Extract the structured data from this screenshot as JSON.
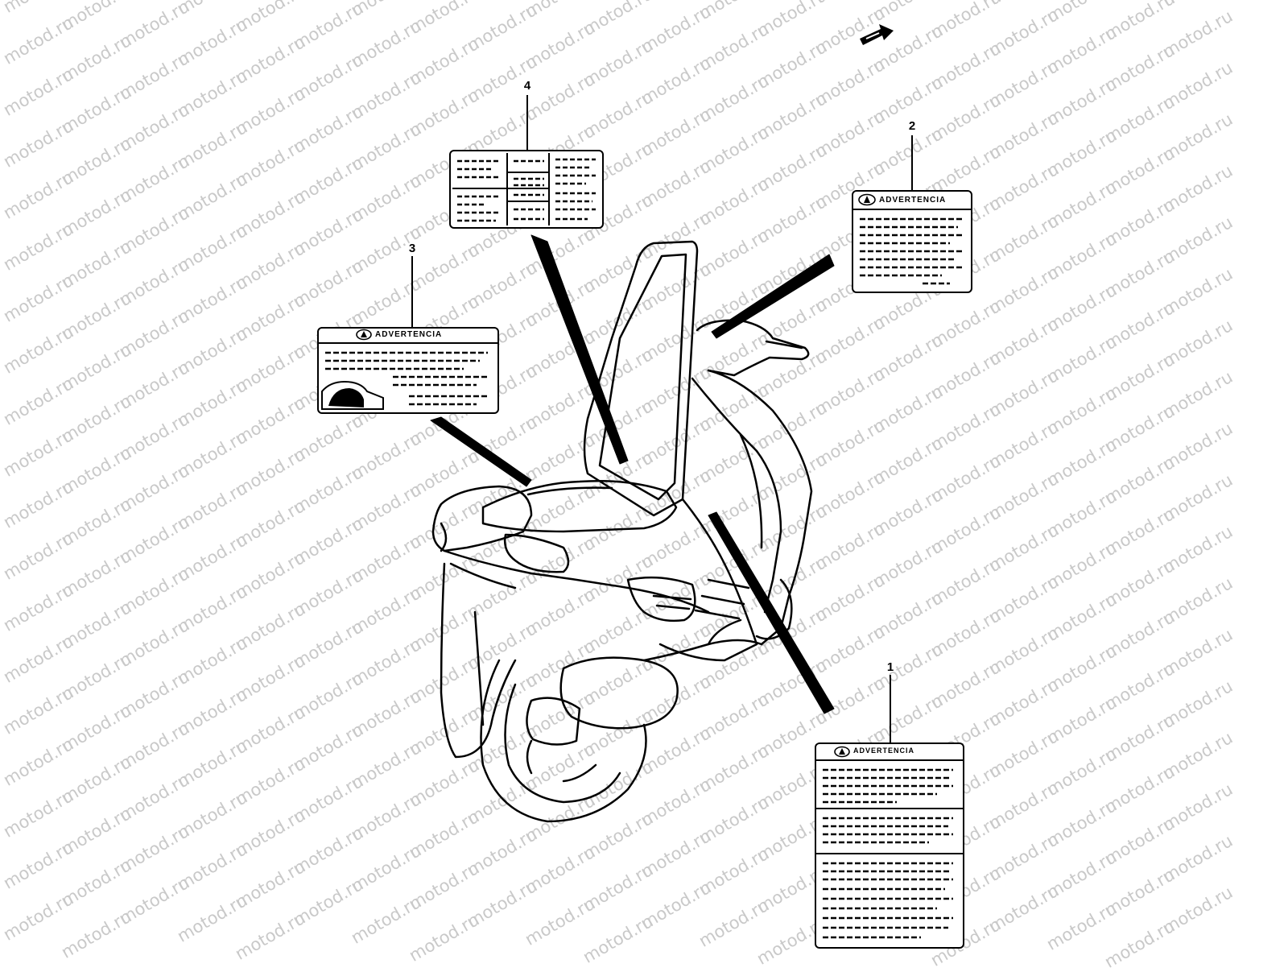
{
  "watermark": {
    "text": "motod.ru",
    "color": "#c9c9c9"
  },
  "callouts": [
    "1",
    "2",
    "3",
    "4"
  ],
  "labels": {
    "label_1_header": "ADVERTENCIA",
    "label_2_header": "ADVERTENCIA",
    "label_3_header": "ADVERTENCIA"
  },
  "icons": {
    "direction": "front-arrow-icon",
    "warning": "warning-triangle-icon"
  }
}
